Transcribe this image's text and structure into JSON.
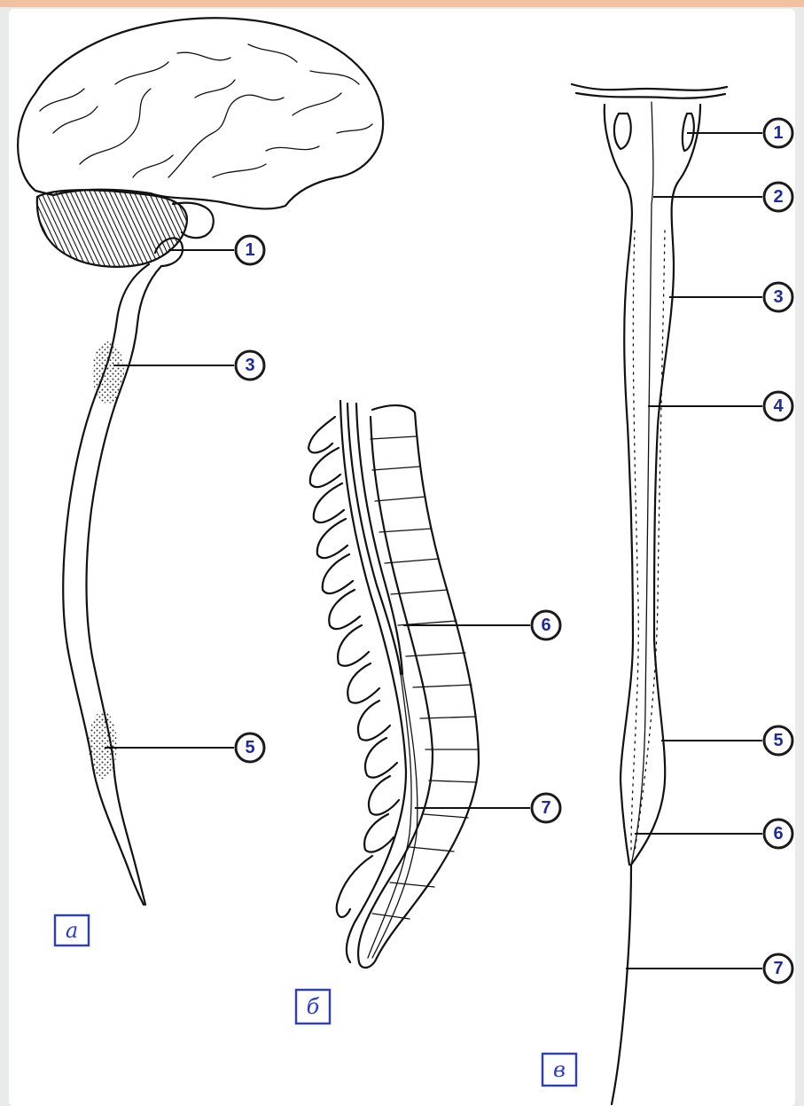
{
  "panels": [
    {
      "tag": "а"
    },
    {
      "tag": "б"
    },
    {
      "tag": "в"
    }
  ],
  "markers": {
    "a": [
      "1",
      "3",
      "5"
    ],
    "b": [
      "6",
      "7"
    ],
    "v": [
      "1",
      "2",
      "3",
      "4",
      "5",
      "6",
      "7"
    ]
  },
  "colors": {
    "marker_text": "#1f2a9a",
    "tag_border": "#2a3bd0",
    "ink": "#111111",
    "background": "#ffffff"
  }
}
